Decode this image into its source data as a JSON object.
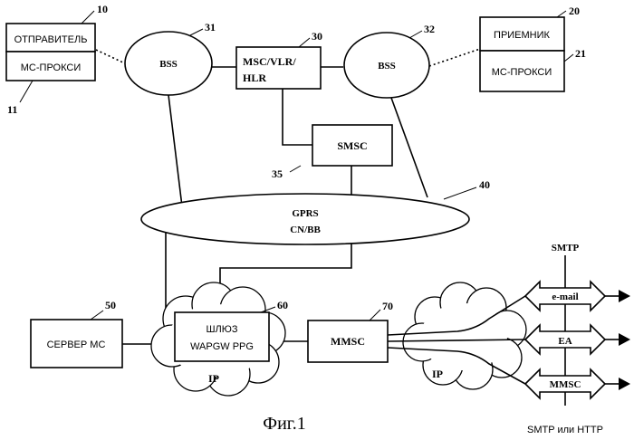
{
  "diagram": {
    "caption": "Фиг.1",
    "sender": {
      "label": "ОТПРАВИТЕЛЬ",
      "ref": "10"
    },
    "sender_proxy": {
      "label": "МС-ПРОКСИ",
      "ref": "11"
    },
    "receiver": {
      "label": "ПРИЕМНИК",
      "ref": "20"
    },
    "receiver_proxy": {
      "label": "МС-ПРОКСИ",
      "ref": "21"
    },
    "bss_left": {
      "label": "BSS",
      "ref": "31"
    },
    "bss_right": {
      "label": "BSS",
      "ref": "32"
    },
    "msc": {
      "line1": "MSC/VLR/",
      "line2": "HLR",
      "ref": "30"
    },
    "smsc": {
      "label": "SMSC",
      "ref": "35"
    },
    "gprs": {
      "line1": "GPRS",
      "line2": "CN/BB",
      "ref": "40"
    },
    "ms_server": {
      "label": "СЕРВЕР МС",
      "ref": "50"
    },
    "gateway": {
      "line1": "ШЛЮЗ",
      "line2": "WAPGW PPG",
      "ref": "60"
    },
    "mmsc": {
      "label": "MMSC",
      "ref": "70"
    },
    "ip_left": "IP",
    "ip_right": "IP",
    "protocol_top": "SMTP",
    "protocol_bottom": "SMTP или HTTP",
    "arrows": [
      "e-mail",
      "EA",
      "MMSC"
    ]
  }
}
